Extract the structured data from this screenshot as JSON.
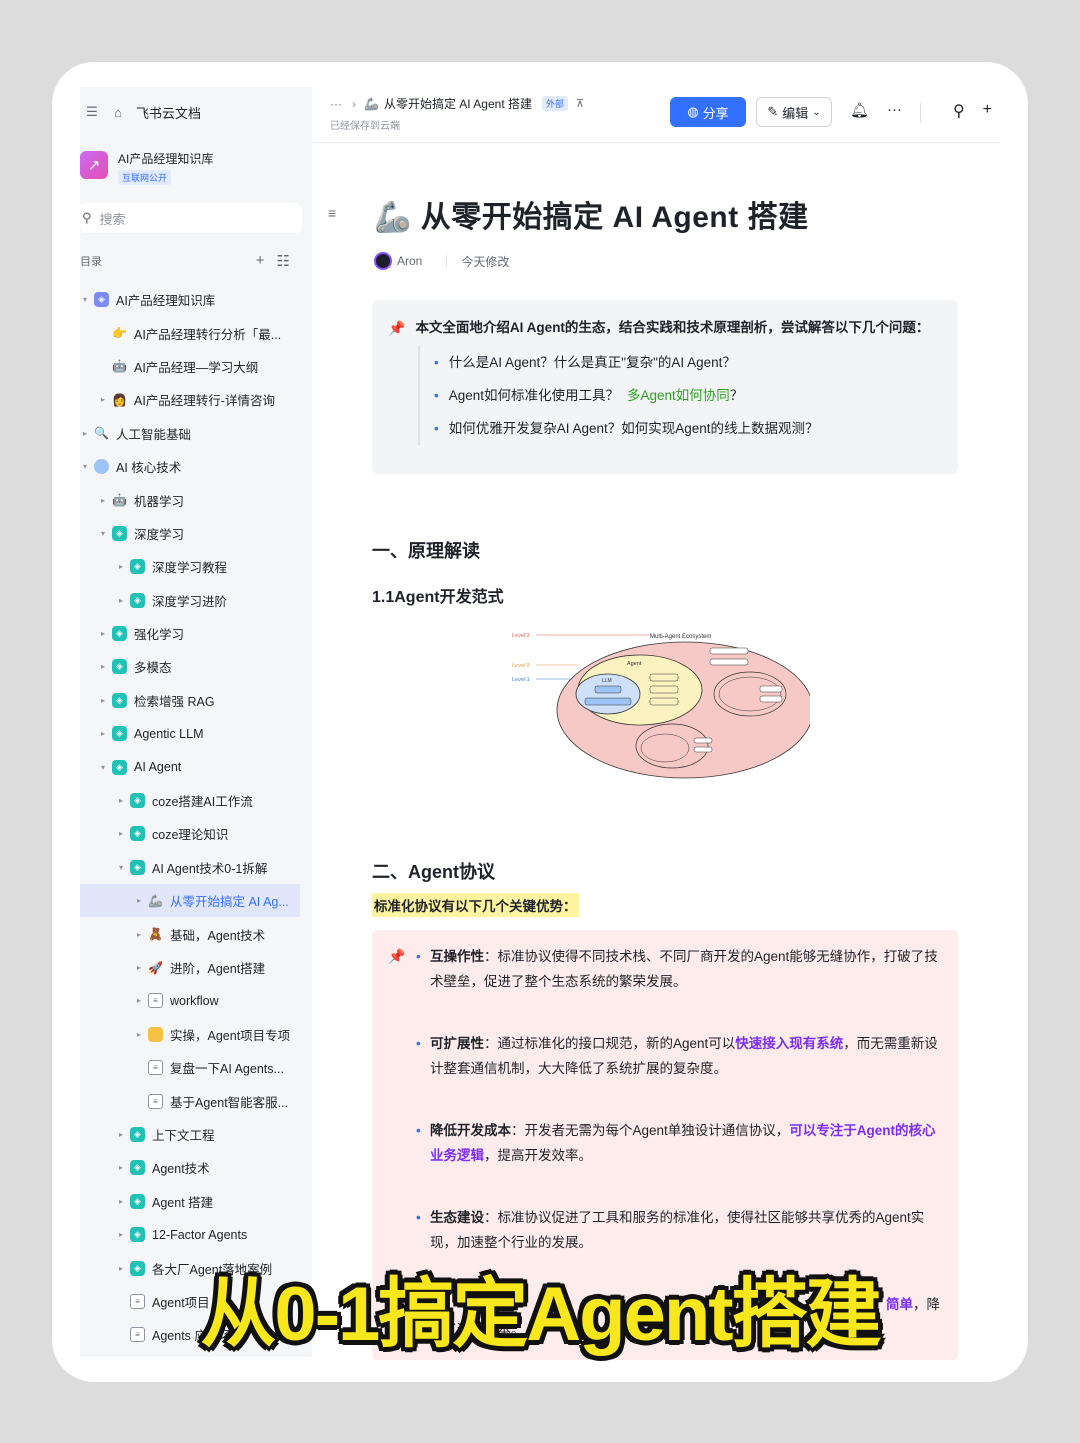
{
  "sidebar": {
    "app_title": "飞书云文档",
    "kb_name": "AI产品经理知识库",
    "kb_tag": "互联网公开",
    "search_placeholder": "搜索",
    "toc_label": "目录",
    "tree": [
      {
        "label": "AI产品经理知识库",
        "level": 0,
        "arrow": "▾",
        "icon": "blue"
      },
      {
        "label": "AI产品经理转行分析「最...",
        "level": 1,
        "arrow": "",
        "icon": "emo",
        "glyph": "👉"
      },
      {
        "label": "AI产品经理—学习大纲",
        "level": 1,
        "arrow": "",
        "icon": "emo",
        "glyph": "🤖"
      },
      {
        "label": "AI产品经理转行-详情咨询",
        "level": 1,
        "arrow": "▸",
        "icon": "emo",
        "glyph": "👩"
      },
      {
        "label": "人工智能基础",
        "level": 0,
        "arrow": "▸",
        "icon": "emo",
        "glyph": "🔍"
      },
      {
        "label": "AI 核心技术",
        "level": 0,
        "arrow": "▾",
        "icon": "globe"
      },
      {
        "label": "机器学习",
        "level": 1,
        "arrow": "▸",
        "icon": "emo",
        "glyph": "🤖"
      },
      {
        "label": "深度学习",
        "level": 1,
        "arrow": "▾",
        "icon": "teal"
      },
      {
        "label": "深度学习教程",
        "level": 2,
        "arrow": "▸",
        "icon": "teal"
      },
      {
        "label": "深度学习进阶",
        "level": 2,
        "arrow": "▸",
        "icon": "teal"
      },
      {
        "label": "强化学习",
        "level": 1,
        "arrow": "▸",
        "icon": "teal"
      },
      {
        "label": "多模态",
        "level": 1,
        "arrow": "▸",
        "icon": "teal"
      },
      {
        "label": "检索增强 RAG",
        "level": 1,
        "arrow": "▸",
        "icon": "teal"
      },
      {
        "label": "Agentic LLM",
        "level": 1,
        "arrow": "▸",
        "icon": "teal"
      },
      {
        "label": "AI Agent",
        "level": 1,
        "arrow": "▾",
        "icon": "teal"
      },
      {
        "label": "coze搭建AI工作流",
        "level": 2,
        "arrow": "▸",
        "icon": "teal"
      },
      {
        "label": "coze理论知识",
        "level": 2,
        "arrow": "▸",
        "icon": "teal"
      },
      {
        "label": "AI Agent技术0-1拆解",
        "level": 2,
        "arrow": "▾",
        "icon": "teal"
      },
      {
        "label": "从零开始搞定 AI Ag...",
        "level": 3,
        "arrow": "▸",
        "icon": "emo",
        "glyph": "🦾",
        "active": true
      },
      {
        "label": "基础，Agent技术",
        "level": 3,
        "arrow": "▸",
        "icon": "emo",
        "glyph": "🧸"
      },
      {
        "label": "进阶，Agent搭建",
        "level": 3,
        "arrow": "▸",
        "icon": "emo",
        "glyph": "🚀"
      },
      {
        "label": "workflow",
        "level": 3,
        "arrow": "▸",
        "icon": "doc"
      },
      {
        "label": "实操，Agent项目专项",
        "level": 3,
        "arrow": "▸",
        "icon": "yellow"
      },
      {
        "label": "复盘一下AI Agents...",
        "level": 3,
        "arrow": "",
        "icon": "doc"
      },
      {
        "label": "基于Agent智能客服...",
        "level": 3,
        "arrow": "",
        "icon": "doc"
      },
      {
        "label": "上下文工程",
        "level": 2,
        "arrow": "▸",
        "icon": "teal"
      },
      {
        "label": "Agent技术",
        "level": 2,
        "arrow": "▸",
        "icon": "teal"
      },
      {
        "label": "Agent 搭建",
        "level": 2,
        "arrow": "▸",
        "icon": "teal"
      },
      {
        "label": "12-Factor Agents",
        "level": 2,
        "arrow": "▸",
        "icon": "teal"
      },
      {
        "label": "各大厂Agent落地案例",
        "level": 2,
        "arrow": "▸",
        "icon": "teal"
      },
      {
        "label": "Agent项目",
        "level": 2,
        "arrow": "",
        "icon": "doc"
      },
      {
        "label": "Agents 应用场景",
        "level": 2,
        "arrow": "",
        "icon": "doc"
      }
    ]
  },
  "header": {
    "breadcrumb_more": "···",
    "doc_title": "从零开始搞定 AI Agent 搭建",
    "ext_tag": "外部",
    "saved": "已经保存到云端",
    "share_label": "分享",
    "edit_label": "编辑"
  },
  "doc": {
    "title": "从零开始搞定 AI Agent 搭建",
    "author": "Aron",
    "modified": "今天修改",
    "callout_head": "本文全面地介绍AI Agent的生态，结合实践和技术原理剖析，尝试解答以下几个问题：",
    "q1": "什么是AI Agent？什么是真正\"复杂\"的AI Agent？",
    "q2_a": "Agent如何标准化使用工具？",
    "q2_b": "多Agent如何协同",
    "q2_c": "？",
    "q3": "如何优雅开发复杂AI Agent？如何实现Agent的线上数据观测？",
    "h_section1": "一、原理解读",
    "h_sub1": "1.1Agent开发范式",
    "h_section2": "二、Agent协议",
    "highlight": "标准化协议有以下几个关键优势：",
    "items": {
      "i1_b": "互操作性",
      "i1_t": "：标准协议使得不同技术栈、不同厂商开发的Agent能够无缝协作，打破了技术壁垒，促进了整个生态系统的繁荣发展。",
      "i2_b": "可扩展性",
      "i2_t1": "：通过标准化的接口规范，新的Agent可以",
      "i2_p": "快速接入现有系统",
      "i2_t2": "，而无需重新设计整套通信机制，大大降低了系统扩展的复杂度。",
      "i3_b": "降低开发成本",
      "i3_t1": "：开发者无需为每个Agent单独设计通信协议，",
      "i3_p": "可以专注于Agent的核心业务逻辑",
      "i3_t2": "，提高开发效率。",
      "i4_b": "生态建设",
      "i4_t": "：标准协议促进了工具和服务的标准化，使得社区能够共享优秀的Agent实现，加速整个行业的发展。",
      "i5_tail_p": "简单",
      "i5_tail_t": "，降",
      "i5_line2": "低了运维成本。"
    }
  },
  "diagram": {
    "level3": "Level 3",
    "level2": "Level 2",
    "level1": "Level 1",
    "ecosystem": "Multi-Agent Ecosystem",
    "agent": "Agent",
    "llm": "LLM"
  },
  "overlay_text": "从0-1搞定Agent搭建"
}
